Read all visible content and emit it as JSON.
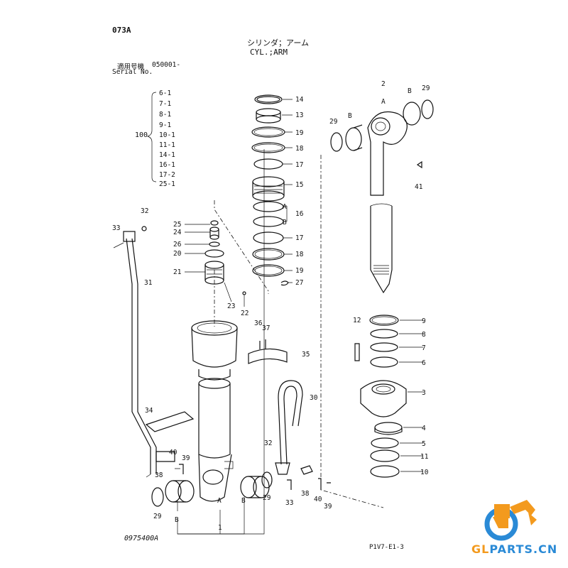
{
  "header": {
    "page_code": "073A",
    "title_jp": "シリンダ；アーム",
    "title_en": "CYL.;ARM",
    "serial_label_jp": "適用号機",
    "serial_value": "050001-",
    "serial_label_en": "Serial No."
  },
  "kit": {
    "number": "100",
    "items": [
      "6-1",
      "7-1",
      "8-1",
      "9-1",
      "10-1",
      "11-1",
      "14-1",
      "16-1",
      "17-2",
      "25-1"
    ]
  },
  "callouts": {
    "c14": "14",
    "c13": "13",
    "c19a": "19",
    "c18a": "18",
    "c17a": "17",
    "c15": "15",
    "c16A": "A",
    "c16B": "B",
    "c16": "16",
    "c17b": "17",
    "c18b": "18",
    "c19b": "19",
    "c27": "27",
    "c2": "2",
    "c2A": "A",
    "c2B1": "B",
    "c2B2": "B",
    "c29a": "29",
    "c29b": "29",
    "c41": "41",
    "c9": "9",
    "c8": "8",
    "c7": "7",
    "c6": "6",
    "c12": "12",
    "c3": "3",
    "c4": "4",
    "c5": "5",
    "c11": "11",
    "c10": "10",
    "c32a": "32",
    "c33a": "33",
    "c31": "31",
    "c25": "25",
    "c24": "24",
    "c26": "26",
    "c20": "20",
    "c21": "21",
    "c23": "23",
    "c22": "22",
    "c36": "36",
    "c37": "37",
    "c35": "35",
    "c30": "30",
    "c34": "34",
    "c40a": "40",
    "c39a": "39",
    "c38a": "38",
    "c32b": "32",
    "c29c": "29",
    "c1B1": "B",
    "c1A": "A",
    "c1B2": "B",
    "c29d": "29",
    "c33b": "33",
    "c38b": "38",
    "c40b": "40",
    "c39b": "39",
    "c1": "1"
  },
  "footer": {
    "drawing_no": "0975400A",
    "page_ref": "P1V7-E1-3"
  },
  "brand": {
    "name": "GLPARTS.CN",
    "color_orange": "#f39a1e",
    "color_blue": "#2a8ad6",
    "logo_icon": "excavator-gear-logo"
  }
}
